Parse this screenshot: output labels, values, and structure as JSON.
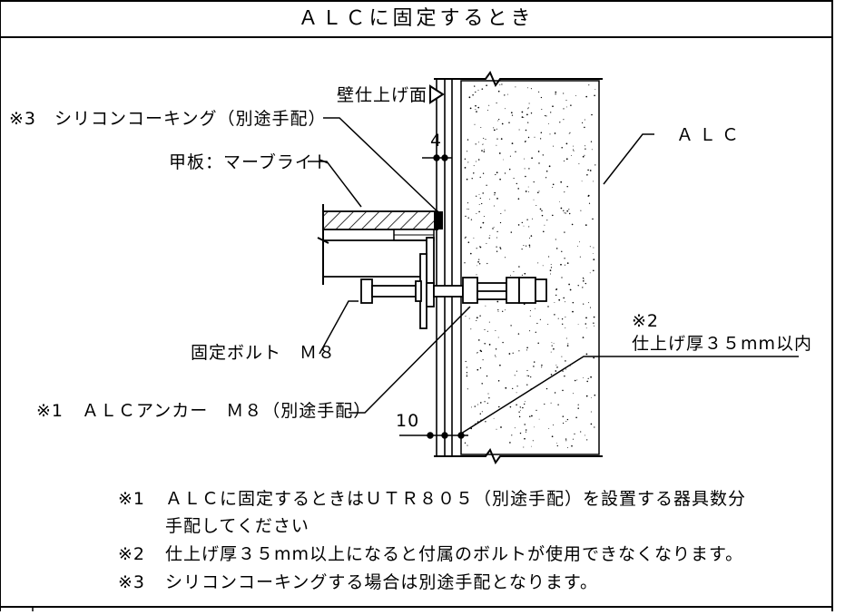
{
  "title": "ＡＬＣに固定するとき",
  "labels": {
    "finish_surface": "壁仕上げ面",
    "silicone": "※3　シリコンコーキング（別途手配）",
    "top_plate": "甲板：マーブライト",
    "dim_4": "4",
    "alc": "ＡＬＣ",
    "bolt": "固定ボルト　Ｍ８",
    "note2_ref": "※2",
    "finish_thickness": "仕上げ厚３５mm以内",
    "anchor": "※1　ＡＬＣアンカー　Ｍ８（別途手配）",
    "dim_10": "10"
  },
  "notes": {
    "n1_mark": "※1",
    "n1_line1": "ＡＬＣに固定するときはＵＴＲ８０５（別途手配）を設置する器具数分",
    "n1_line2": "手配してください",
    "n2_mark": "※2",
    "n2_text": "仕上げ厚３５mm以上になると付属のボルトが使用できなくなります。",
    "n3_mark": "※3",
    "n3_text": "シリコンコーキングする場合は別途手配となります。"
  }
}
